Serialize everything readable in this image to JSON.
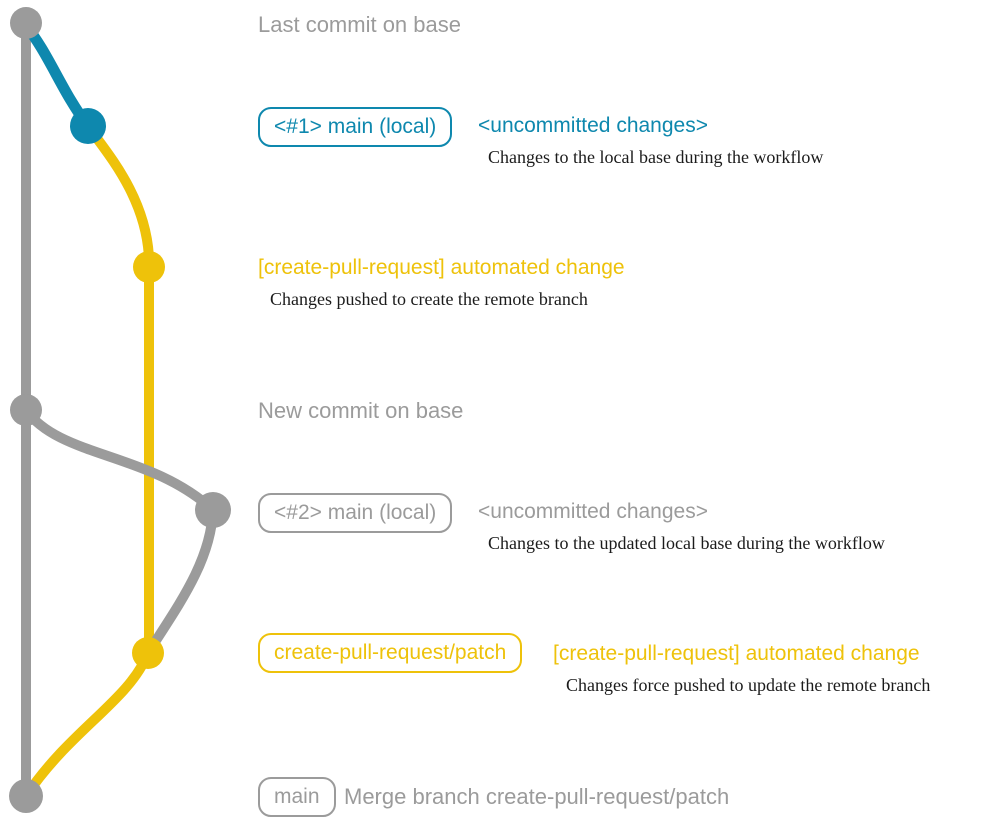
{
  "colors": {
    "gray": "#9b9b9b",
    "blue": "#0e88ae",
    "yellow": "#eec20a",
    "ink": "#1b1b1b",
    "bg": "#ffffff"
  },
  "labels": {
    "row1_title": "Last commit on base",
    "row2_badge": "<#1> main (local)",
    "row2_tag": "<uncommitted changes>",
    "row2_detail": "Changes to the local base during the workflow",
    "row3_title": "[create-pull-request] automated change",
    "row3_detail": "Changes pushed to create the remote branch",
    "row4_title": "New commit on base",
    "row5_badge": "<#2> main (local)",
    "row5_tag": "<uncommitted changes>",
    "row5_detail": "Changes to the updated local base during the workflow",
    "row6_badge": "create-pull-request/patch",
    "row6_tag": "[create-pull-request] automated change",
    "row6_detail": "Changes force pushed to update the remote branch",
    "row7_badge": "main",
    "row7_text": "Merge branch create-pull-request/patch"
  },
  "graph": {
    "commits": [
      {
        "id": "last-commit-on-base",
        "color": "gray"
      },
      {
        "id": "main-local-1",
        "color": "blue"
      },
      {
        "id": "automated-change-1",
        "color": "yellow"
      },
      {
        "id": "new-commit-on-base",
        "color": "gray"
      },
      {
        "id": "main-local-2",
        "color": "gray"
      },
      {
        "id": "automated-change-2",
        "color": "yellow"
      },
      {
        "id": "merge-commit",
        "color": "gray"
      }
    ]
  }
}
